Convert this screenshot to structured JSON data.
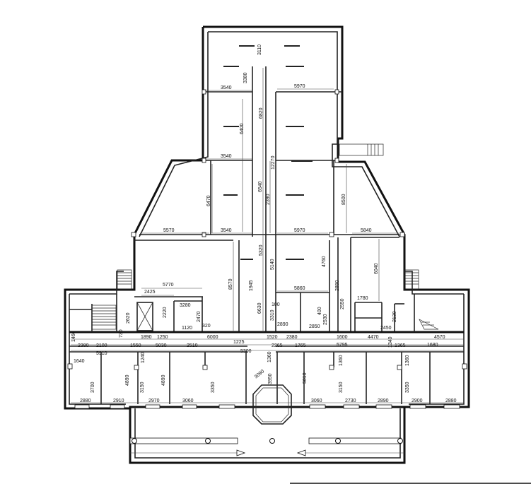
{
  "plan": {
    "dimensions_top": [
      {
        "id": "d3110",
        "text": "3110"
      },
      {
        "id": "d3380",
        "text": "3380"
      },
      {
        "id": "d3540a",
        "text": "3540"
      },
      {
        "id": "d5970a",
        "text": "5970"
      },
      {
        "id": "d6820",
        "text": "6820"
      },
      {
        "id": "d6400",
        "text": "6400"
      },
      {
        "id": "d3540b",
        "text": "3540"
      },
      {
        "id": "d12270",
        "text": "12270"
      },
      {
        "id": "d6470",
        "text": "6470"
      },
      {
        "id": "d6540",
        "text": "6540"
      },
      {
        "id": "d2390",
        "text": "2390"
      },
      {
        "id": "d8500",
        "text": "8500"
      }
    ],
    "dimensions_mid": [
      {
        "id": "d5570",
        "text": "5570"
      },
      {
        "id": "d3540c",
        "text": "3540"
      },
      {
        "id": "d5970b",
        "text": "5970"
      },
      {
        "id": "d5840",
        "text": "5840"
      },
      {
        "id": "d5320",
        "text": "5320"
      },
      {
        "id": "d5140",
        "text": "5140"
      },
      {
        "id": "d4760",
        "text": "4760"
      },
      {
        "id": "d6040",
        "text": "6040"
      },
      {
        "id": "d8570",
        "text": "8570"
      },
      {
        "id": "d1945",
        "text": "1945"
      },
      {
        "id": "d5770",
        "text": "5770"
      },
      {
        "id": "d2425",
        "text": "2425"
      },
      {
        "id": "d5860",
        "text": "5860"
      },
      {
        "id": "d3280",
        "text": "3280"
      },
      {
        "id": "d2620",
        "text": "2620"
      },
      {
        "id": "d2220",
        "text": "2220"
      },
      {
        "id": "d2470",
        "text": "2470"
      },
      {
        "id": "d6630",
        "text": "6630"
      },
      {
        "id": "d3310",
        "text": "3310"
      },
      {
        "id": "d100",
        "text": "100"
      },
      {
        "id": "d2890a",
        "text": "2890"
      },
      {
        "id": "d2850",
        "text": "2850"
      },
      {
        "id": "d1780",
        "text": "1780"
      },
      {
        "id": "d2550",
        "text": "2550"
      },
      {
        "id": "d2130",
        "text": "2130"
      },
      {
        "id": "d2450",
        "text": "2450"
      },
      {
        "id": "d2890v",
        "text": "2890"
      },
      {
        "id": "d400",
        "text": "400"
      },
      {
        "id": "d2530",
        "text": "2530"
      },
      {
        "id": "d1120",
        "text": "1120"
      },
      {
        "id": "d320",
        "text": "320"
      },
      {
        "id": "d1890",
        "text": "1890"
      },
      {
        "id": "d1250",
        "text": "1250"
      },
      {
        "id": "d6000",
        "text": "6000"
      },
      {
        "id": "d1520",
        "text": "1520"
      },
      {
        "id": "d2380a",
        "text": "2380"
      },
      {
        "id": "d1600",
        "text": "1600"
      },
      {
        "id": "d4470",
        "text": "4470"
      },
      {
        "id": "d4570",
        "text": "4570"
      }
    ],
    "dimensions_low": [
      {
        "id": "d2380b",
        "text": "2380"
      },
      {
        "id": "d2100",
        "text": "2100"
      },
      {
        "id": "d1550",
        "text": "1550"
      },
      {
        "id": "d5030",
        "text": "5030"
      },
      {
        "id": "d2510",
        "text": "2510"
      },
      {
        "id": "d1225",
        "text": "1225"
      },
      {
        "id": "d2265",
        "text": "2265"
      },
      {
        "id": "d1765",
        "text": "1765"
      },
      {
        "id": "d5795",
        "text": "5795"
      },
      {
        "id": "d1340",
        "text": "1340"
      },
      {
        "id": "d1365",
        "text": "1365"
      },
      {
        "id": "d1680",
        "text": "1680"
      },
      {
        "id": "d5300",
        "text": "5300"
      },
      {
        "id": "d5910",
        "text": "5910"
      },
      {
        "id": "d1640",
        "text": "1640"
      },
      {
        "id": "d1460",
        "text": "1460"
      },
      {
        "id": "d1240",
        "text": "1240"
      },
      {
        "id": "d1360a",
        "text": "1360"
      },
      {
        "id": "d1360b",
        "text": "1360"
      },
      {
        "id": "d3700",
        "text": "3700"
      },
      {
        "id": "d4890a",
        "text": "4890"
      },
      {
        "id": "d4890b",
        "text": "4890"
      },
      {
        "id": "d3150a",
        "text": "3150"
      },
      {
        "id": "d3350a",
        "text": "3350"
      },
      {
        "id": "d5010",
        "text": "5010"
      },
      {
        "id": "d3150b",
        "text": "3150"
      },
      {
        "id": "d3350b",
        "text": "3350"
      },
      {
        "id": "d3090",
        "text": "3090"
      },
      {
        "id": "d1360c",
        "text": "1360"
      },
      {
        "id": "d3950",
        "text": "3950"
      },
      {
        "id": "d730",
        "text": "730"
      }
    ],
    "dimensions_bottom": [
      {
        "id": "d2880a",
        "text": "2880"
      },
      {
        "id": "d2910",
        "text": "2910"
      },
      {
        "id": "d2970",
        "text": "2970"
      },
      {
        "id": "d3060a",
        "text": "3060"
      },
      {
        "id": "d3060b",
        "text": "3060"
      },
      {
        "id": "d2730",
        "text": "2730"
      },
      {
        "id": "d2890b",
        "text": "2890"
      },
      {
        "id": "d2900",
        "text": "2900"
      },
      {
        "id": "d2880b",
        "text": "2880"
      }
    ],
    "icons": {
      "arrow_right": "arrow-right-icon",
      "arrow_left": "arrow-left-icon",
      "arrow_right_glyph": "⟶",
      "arrow_left_glyph": "⟵"
    },
    "colors": {
      "line": "#111111",
      "background": "#ffffff"
    }
  }
}
